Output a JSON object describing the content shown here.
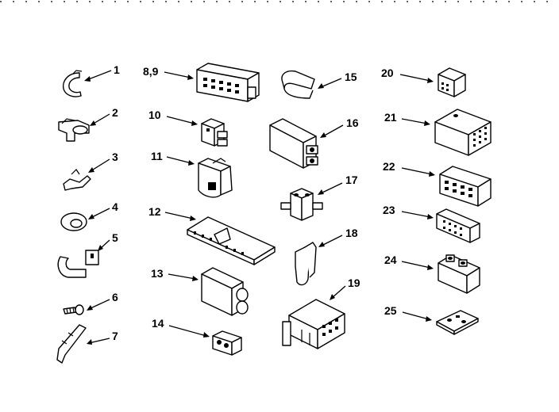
{
  "parts": [
    {
      "id": "1",
      "label": "1"
    },
    {
      "id": "2",
      "label": "2"
    },
    {
      "id": "3",
      "label": "3"
    },
    {
      "id": "4",
      "label": "4"
    },
    {
      "id": "5",
      "label": "5"
    },
    {
      "id": "6",
      "label": "6"
    },
    {
      "id": "7",
      "label": "7"
    },
    {
      "id": "8-9",
      "label": "8,9"
    },
    {
      "id": "10",
      "label": "10"
    },
    {
      "id": "11",
      "label": "11"
    },
    {
      "id": "12",
      "label": "12"
    },
    {
      "id": "13",
      "label": "13"
    },
    {
      "id": "14",
      "label": "14"
    },
    {
      "id": "15",
      "label": "15"
    },
    {
      "id": "16",
      "label": "16"
    },
    {
      "id": "17",
      "label": "17"
    },
    {
      "id": "18",
      "label": "18"
    },
    {
      "id": "19",
      "label": "19"
    },
    {
      "id": "20",
      "label": "20"
    },
    {
      "id": "21",
      "label": "21"
    },
    {
      "id": "22",
      "label": "22"
    },
    {
      "id": "23",
      "label": "23"
    },
    {
      "id": "24",
      "label": "24"
    },
    {
      "id": "25",
      "label": "25"
    }
  ]
}
